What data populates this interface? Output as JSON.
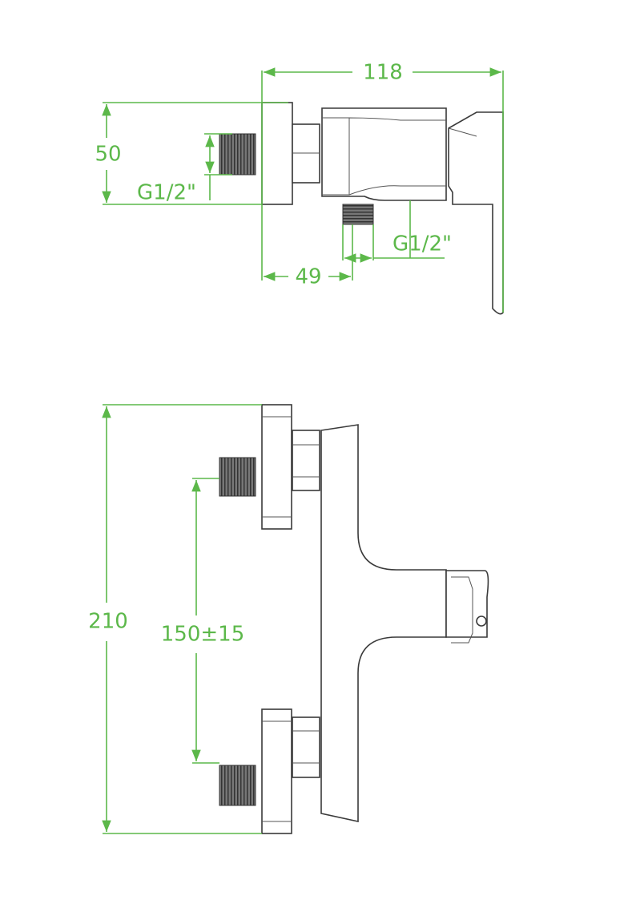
{
  "colors": {
    "dimension": "#5cb84a",
    "outline": "#3a3a3a"
  },
  "side_view": {
    "overall_depth": "118",
    "height": "50",
    "inlet_thread": "G1/2\"",
    "outlet_thread": "G1/2\"",
    "outlet_offset": "49"
  },
  "front_view": {
    "overall_height": "210",
    "inlet_spacing": "150±15"
  }
}
